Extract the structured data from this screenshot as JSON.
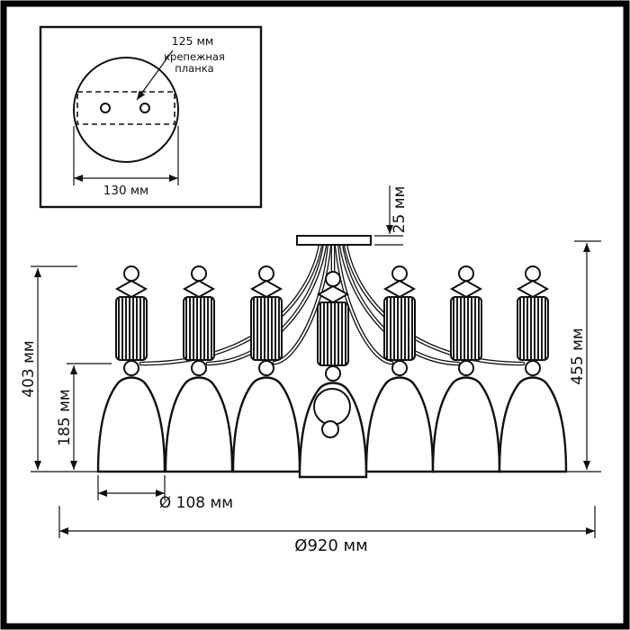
{
  "inset": {
    "hole_spacing_label": "125 мм",
    "plate_label_line1": "крепежная",
    "plate_label_line2": "планка",
    "plate_width_label": "130 мм"
  },
  "dimensions": {
    "canopy_height": "25 мм",
    "overall_height_left": "403 мм",
    "shade_section_height": "185 мм",
    "overall_height_right": "455 мм",
    "shade_diameter": "Ø 108 мм",
    "overall_diameter": "Ø920 мм"
  },
  "colors": {
    "line": "#111111",
    "background": "#ffffff"
  }
}
